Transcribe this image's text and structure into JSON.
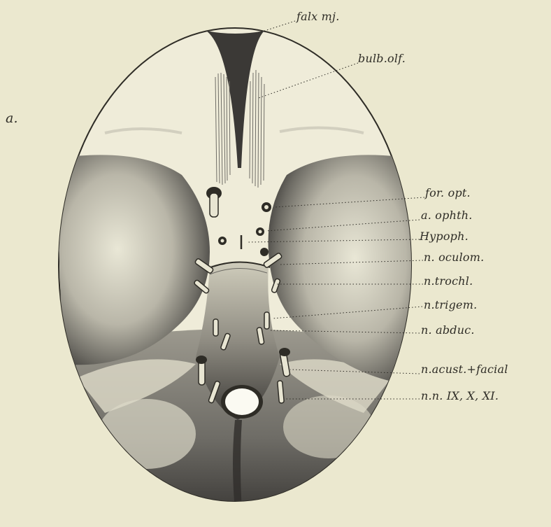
{
  "plate": {
    "plate_letter": "a.",
    "labels": {
      "falx": "falx mj.",
      "bulb": "bulb.olf.",
      "foropt": "for. opt.",
      "aophth": "a. ophth.",
      "hypoph": "Hypoph.",
      "oculom": "n. oculom.",
      "trochl": "n.trochl.",
      "trigem": "n.trigem.",
      "abduc": "n. abduc.",
      "acust": "n.acust.+facial",
      "nnix": "n.n. IX, X, XI."
    }
  },
  "colors": {
    "paper": "#ebe8cf",
    "ink": "#2e2c26",
    "shade_dark": "#4a4844",
    "shade_light": "#d8d5c2"
  }
}
